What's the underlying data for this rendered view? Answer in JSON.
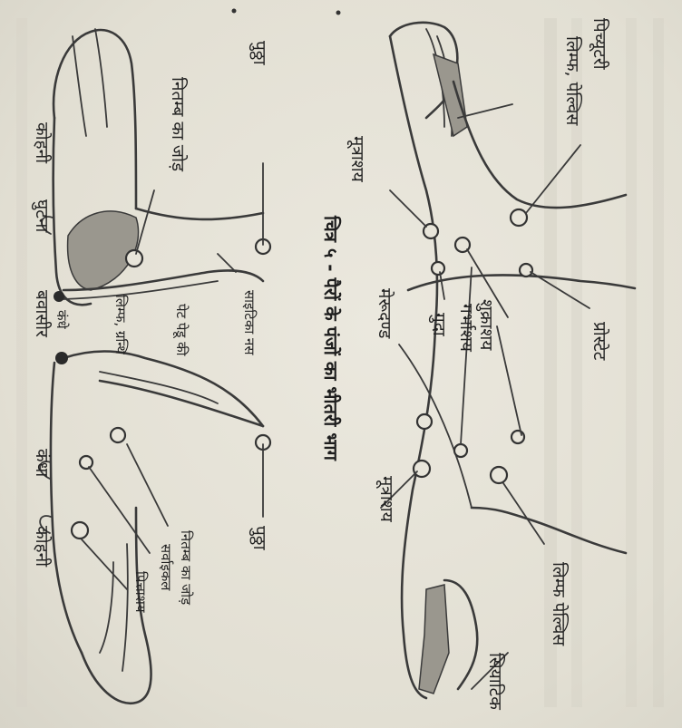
{
  "caption": "चित्र ५ - पैरों के पंजों का भीतरी भाग",
  "labels": {
    "pitch_right": "पिच्यूटरी",
    "lymph_pelvis_top": "लिम्फ, पेल्विस",
    "mutrashay_top": "मूत्राशय",
    "merudand": "मेरूदण्ड",
    "shukrashay": "शुक्राशय",
    "garbhashay": "गर्भाशय",
    "guda": "गुदा",
    "prostate": "प्रोस्टेट",
    "mutrashay_mid": "मूत्राशय",
    "lymph_pelvis_bottom": "लिम्फ पेल्विस",
    "siyatika": "सियाटिक",
    "putthha_top": "पुठ्ठा",
    "nitamb_joint": "नितम्ब का जोड़",
    "kohni": "कोहनी",
    "ghutna": "घुटना",
    "sciatic_nerve": "साइटिका नस",
    "pet_pedu": "पेट पेडू की",
    "lymph_groin": "लिम्फ, ग्रन्थि",
    "kandhe": "कंधे",
    "bawasir": "बवासीर",
    "kandha": "कंधा",
    "putthha_bottom": "पुठ्ठा",
    "nitamb_joint_2": "नितम्ब का जोड़",
    "sarvaicalcord": "सर्वाइकल",
    "pittashay": "पित्ताशय",
    "kohni_2": "कोहनी"
  }
}
